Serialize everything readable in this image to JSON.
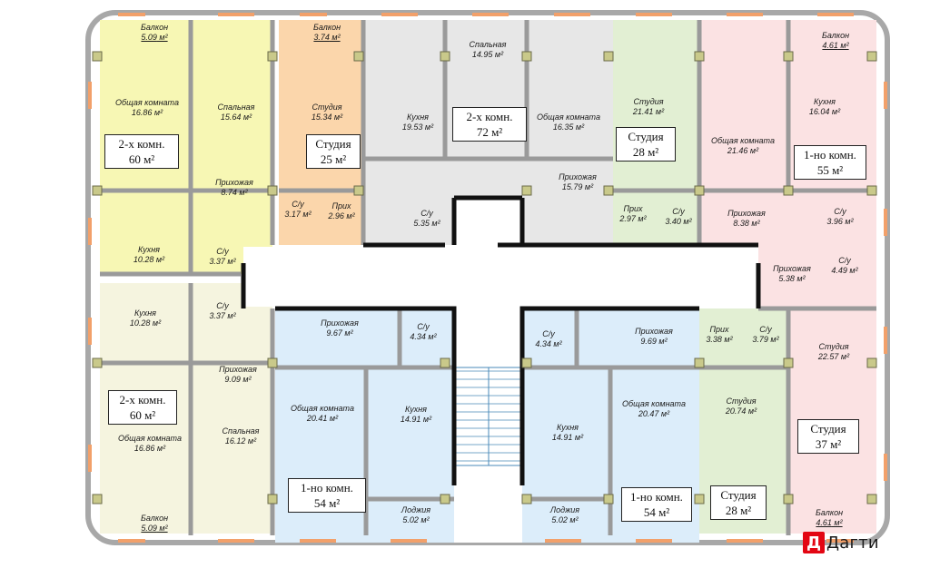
{
  "colors": {
    "yellow": "#f7f7b4",
    "cream": "#f5f4df",
    "orange": "#fbd6ab",
    "gray": "#e7e7e7",
    "green": "#e2efd3",
    "pink": "#fbe2e3",
    "blue": "#dcedfa",
    "wall": "#9a9a9a",
    "accent": "#e30613"
  },
  "rooms": [
    {
      "id": "balcony-tl",
      "name": "Балкон",
      "area": "5.09"
    },
    {
      "id": "living-1",
      "name": "Общая комната",
      "area": "16.86"
    },
    {
      "id": "bedroom-1",
      "name": "Спальная",
      "area": "15.64"
    },
    {
      "id": "hall-1",
      "name": "Прихожая",
      "area": "8.74"
    },
    {
      "id": "kitchen-1",
      "name": "Кухня",
      "area": "10.28"
    },
    {
      "id": "wc-1",
      "name": "С/у",
      "area": "3.37"
    },
    {
      "id": "balcony-2",
      "name": "Балкон",
      "area": "3.74"
    },
    {
      "id": "studio-1",
      "name": "Студия",
      "area": "15.34"
    },
    {
      "id": "wc-2",
      "name": "С/у",
      "area": "3.17"
    },
    {
      "id": "hall-2",
      "name": "Прих",
      "area": "2.96"
    },
    {
      "id": "bedroom-3",
      "name": "Спальная",
      "area": "14.95"
    },
    {
      "id": "kitchen-3",
      "name": "Кухня",
      "area": "19.53"
    },
    {
      "id": "living-3",
      "name": "Общая комната",
      "area": "16.35"
    },
    {
      "id": "wc-3",
      "name": "С/у",
      "area": "5.35"
    },
    {
      "id": "hall-3",
      "name": "Прихожая",
      "area": "15.79"
    },
    {
      "id": "studio-4",
      "name": "Студия",
      "area": "21.41"
    },
    {
      "id": "hall-4",
      "name": "Прих",
      "area": "2.97"
    },
    {
      "id": "wc-4",
      "name": "С/у",
      "area": "3.40"
    },
    {
      "id": "living-5",
      "name": "Общая комната",
      "area": "21.46"
    },
    {
      "id": "hall-5",
      "name": "Прихожая",
      "area": "8.38"
    },
    {
      "id": "balcony-5",
      "name": "Балкон",
      "area": "4.61"
    },
    {
      "id": "kitchen-5",
      "name": "Кухня",
      "area": "16.04"
    },
    {
      "id": "wc-5",
      "name": "С/у",
      "area": "3.96"
    },
    {
      "id": "hall-6",
      "name": "Прихожая",
      "area": "5.38"
    },
    {
      "id": "wc-6",
      "name": "С/у",
      "area": "4.49"
    },
    {
      "id": "studio-6",
      "name": "Студия",
      "area": "22.57"
    },
    {
      "id": "balcony-6",
      "name": "Балкон",
      "area": "4.61"
    },
    {
      "id": "hall-7",
      "name": "Прих",
      "area": "3.38"
    },
    {
      "id": "wc-7",
      "name": "С/у",
      "area": "3.79"
    },
    {
      "id": "studio-7",
      "name": "Студия",
      "area": "20.74"
    },
    {
      "id": "wc-8",
      "name": "С/у",
      "area": "4.34"
    },
    {
      "id": "hall-8",
      "name": "Прихожая",
      "area": "9.69"
    },
    {
      "id": "kitchen-8",
      "name": "Кухня",
      "area": "14.91"
    },
    {
      "id": "living-8",
      "name": "Общая комната",
      "area": "20.47"
    },
    {
      "id": "loggia-8",
      "name": "Лоджия",
      "area": "5.02"
    },
    {
      "id": "hall-9",
      "name": "Прихожая",
      "area": "9.67"
    },
    {
      "id": "wc-9",
      "name": "С/у",
      "area": "4.34"
    },
    {
      "id": "living-9",
      "name": "Общая комната",
      "area": "20.41"
    },
    {
      "id": "kitchen-9",
      "name": "Кухня",
      "area": "14.91"
    },
    {
      "id": "loggia-9",
      "name": "Лоджия",
      "area": "5.02"
    },
    {
      "id": "kitchen-10",
      "name": "Кухня",
      "area": "10.28"
    },
    {
      "id": "wc-10",
      "name": "С/у",
      "area": "3.37"
    },
    {
      "id": "hall-10",
      "name": "Прихожая",
      "area": "9.09"
    },
    {
      "id": "living-10",
      "name": "Общая комната",
      "area": "16.86"
    },
    {
      "id": "bedroom-10",
      "name": "Спальная",
      "area": "16.12"
    },
    {
      "id": "balcony-bl",
      "name": "Балкон",
      "area": "5.09"
    }
  ],
  "apartments": [
    {
      "id": "apt-1",
      "type": "2-х комн.",
      "size": "60 м²"
    },
    {
      "id": "apt-2",
      "type": "Студия",
      "size": "25 м²"
    },
    {
      "id": "apt-3",
      "type": "2-х комн.",
      "size": "72 м²"
    },
    {
      "id": "apt-4",
      "type": "Студия",
      "size": "28 м²"
    },
    {
      "id": "apt-5",
      "type": "1-но комн.",
      "size": "55 м²"
    },
    {
      "id": "apt-6",
      "type": "Студия",
      "size": "37 м²"
    },
    {
      "id": "apt-7",
      "type": "Студия",
      "size": "28 м²"
    },
    {
      "id": "apt-8",
      "type": "1-но комн.",
      "size": "54 м²"
    },
    {
      "id": "apt-9",
      "type": "1-но комн.",
      "size": "54 м²"
    },
    {
      "id": "apt-10",
      "type": "2-х комн.",
      "size": "60 м²"
    }
  ],
  "logo": {
    "mark": "Д",
    "text": "Дагти"
  }
}
